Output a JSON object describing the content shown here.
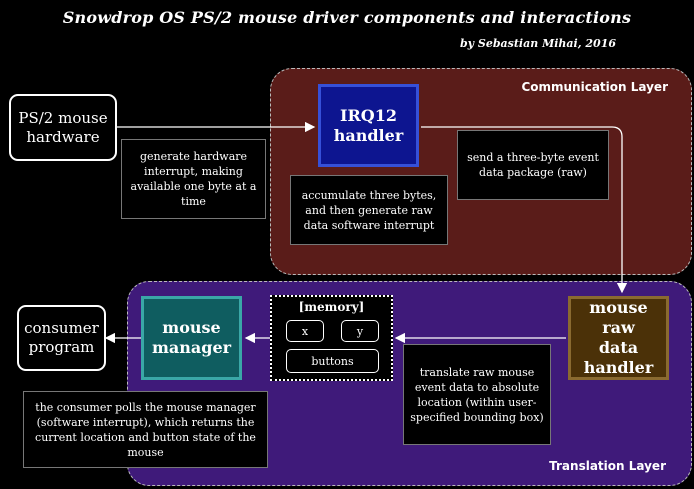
{
  "header": {
    "title": "Snowdrop OS PS/2 mouse driver components and interactions",
    "subtitle": "by Sebastian Mihai, 2016"
  },
  "layers": {
    "communication": "Communication Layer",
    "translation": "Translation Layer"
  },
  "nodes": {
    "ps2_line1": "PS/2 mouse",
    "ps2_line2": "hardware",
    "irq_line1": "IRQ12",
    "irq_line2": "handler",
    "mrd_line1": "mouse raw",
    "mrd_line2": "data handler",
    "mgr_line1": "mouse",
    "mgr_line2": "manager",
    "consumer_line1": "consumer",
    "consumer_line2": "program"
  },
  "memory": {
    "title": "[memory]",
    "x": "x",
    "y": "y",
    "buttons": "buttons"
  },
  "notes": {
    "hw_interrupt": "generate hardware interrupt, making available one byte at a time",
    "accumulate": "accumulate three bytes, and then generate raw data software interrupt",
    "send_package": "send a three-byte event data package (raw)",
    "translate": "translate raw mouse event data to absolute location (within user-specified bounding box)",
    "consumer_polls": "the consumer polls the mouse manager (software interrupt), which returns the current location and button state of the mouse"
  },
  "colors": {
    "comm_layer": "#5a1c19",
    "trans_layer": "#3f1a7a",
    "irq_box": "#0d1590",
    "manager_box": "#0f5d60",
    "raw_handler_box": "#4b3108"
  }
}
